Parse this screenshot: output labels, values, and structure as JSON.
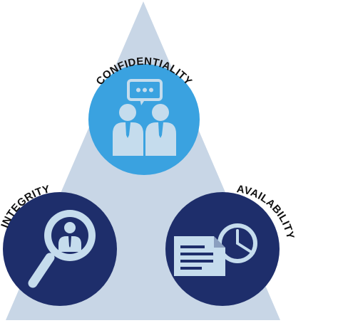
{
  "diagram": {
    "title": "",
    "colors": {
      "triangle": "#c8d6e6",
      "top_circle": "#3aa2e0",
      "bottom_circles": "#1e2e6b",
      "icon_fill": "#c5dced",
      "label": "#111111"
    },
    "nodes": {
      "confidentiality": {
        "label": "CONFIDENTIALITY",
        "icon": "conversation-icon"
      },
      "integrity": {
        "label": "INTEGRITY",
        "icon": "magnifier-person-icon"
      },
      "availability": {
        "label": "AVAILABILITY",
        "icon": "document-clock-icon"
      }
    }
  }
}
